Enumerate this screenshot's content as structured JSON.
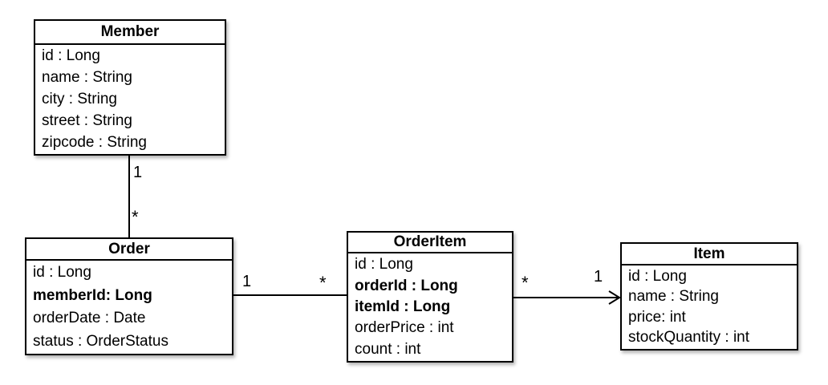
{
  "diagram": {
    "type": "uml-class-diagram",
    "colors": {
      "background": "#ffffff",
      "border": "#000000",
      "text": "#000000"
    },
    "entities": {
      "member": {
        "title": "Member",
        "attributes": [
          {
            "label": "id : Long",
            "bold": false
          },
          {
            "label": "name : String",
            "bold": false
          },
          {
            "label": "city : String",
            "bold": false
          },
          {
            "label": "street : String",
            "bold": false
          },
          {
            "label": "zipcode : String",
            "bold": false
          }
        ]
      },
      "order": {
        "title": "Order",
        "attributes": [
          {
            "label": "id : Long",
            "bold": false
          },
          {
            "label": "memberId: Long",
            "bold": true
          },
          {
            "label": "orderDate : Date",
            "bold": false
          },
          {
            "label": "status : OrderStatus",
            "bold": false
          }
        ]
      },
      "orderItem": {
        "title": "OrderItem",
        "attributes": [
          {
            "label": "id : Long",
            "bold": false
          },
          {
            "label": "orderId : Long",
            "bold": true
          },
          {
            "label": "itemId : Long",
            "bold": true
          },
          {
            "label": "orderPrice : int",
            "bold": false
          },
          {
            "label": "count : int",
            "bold": false
          }
        ]
      },
      "item": {
        "title": "Item",
        "attributes": [
          {
            "label": "id : Long",
            "bold": false
          },
          {
            "label": "name : String",
            "bold": false
          },
          {
            "label": "price: int",
            "bold": false
          },
          {
            "label": "stockQuantity : int",
            "bold": false
          }
        ]
      }
    },
    "relationships": [
      {
        "name": "member-order",
        "from": "Member",
        "to": "Order",
        "from_label": "1",
        "to_label": "*",
        "arrow": "none"
      },
      {
        "name": "order-orderitem",
        "from": "Order",
        "to": "OrderItem",
        "from_label": "1",
        "to_label": "*",
        "arrow": "none"
      },
      {
        "name": "orderitem-item",
        "from": "OrderItem",
        "to": "Item",
        "from_label": "*",
        "to_label": "1",
        "arrow": "open-arrowhead-to-item"
      }
    ]
  }
}
